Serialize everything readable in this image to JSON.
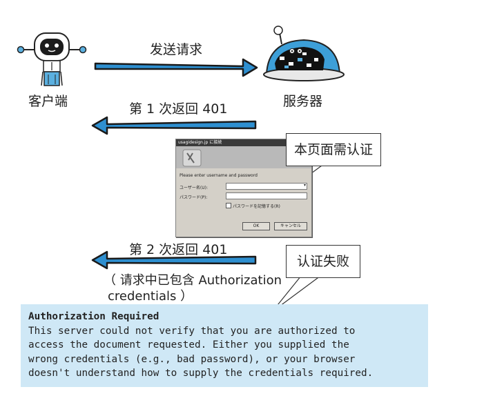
{
  "nodes": {
    "client_label": "客户端",
    "server_label": "服务器"
  },
  "arrows": {
    "send_request": "发送请求",
    "first_401": "第 1 次返回 401",
    "second_401": "第 2 次返回 401",
    "second_note_line1": "（ 请求中已包含 Authorization",
    "second_note_line2": "credentials ）"
  },
  "dialog": {
    "title": "usagidesign.jp に接続",
    "prompt": "Please enter username and password",
    "username_label": "ユーザー名(U):",
    "username_value": "",
    "password_label": "パスワード(P):",
    "remember_label": "パスワードを記憶する(R)",
    "ok_label": "OK",
    "cancel_label": "キャンセル"
  },
  "callouts": {
    "page_needs_auth": "本页面需认证",
    "auth_failed": "认证失败"
  },
  "error": {
    "title": "Authorization Required",
    "lines": [
      "This server could not verify that you are authorized to",
      "access the document requested. Either you supplied the",
      "wrong credentials (e.g., bad password), or your browser",
      "doesn't understand how to supply the credentials required."
    ]
  },
  "colors": {
    "arrow": "#2e8fd0",
    "arrow_dark": "#1a1a1a",
    "error_bg": "#cfe8f6"
  }
}
